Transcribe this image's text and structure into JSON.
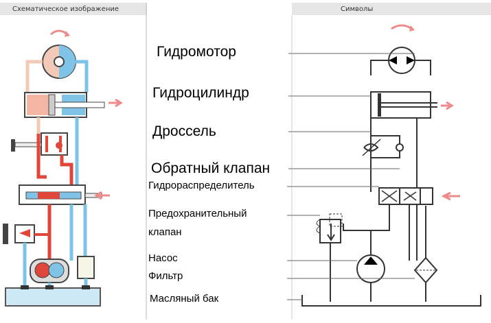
{
  "panels": {
    "left_title": "Схематическое изображение",
    "right_title": "Символы"
  },
  "labels": {
    "motor": "Гидромотор",
    "cylinder": "Гидроцилиндр",
    "throttle": "Дроссель",
    "check_valve": "Обратный клапан",
    "distributor": "Гидрораспределитель",
    "relief_line1": "Предохранительный",
    "relief_line2": "клапан",
    "pump": "Насос",
    "filter": "Фильтр",
    "tank": "Масляный бак"
  },
  "colors": {
    "pressure_line": "#e0463a",
    "return_line": "#7cc3e8",
    "frame": "#555555",
    "arrow": "#ef8a8a"
  }
}
